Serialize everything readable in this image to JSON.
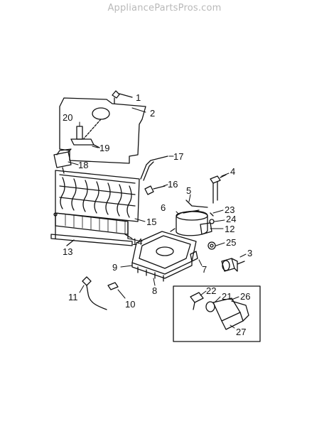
{
  "watermark": "AppliancePartsPros.com",
  "callouts": [
    "1",
    "2",
    "20",
    "19",
    "18",
    "17",
    "4",
    "16",
    "5",
    "6",
    "23",
    "24",
    "12",
    "25",
    "3",
    "15",
    "14",
    "13",
    "9",
    "7",
    "8",
    "11",
    "10",
    "22",
    "21",
    "26",
    "27"
  ],
  "colors": {
    "ink": "#111111",
    "watermark": "#b9b9b9",
    "background": "#ffffff"
  }
}
